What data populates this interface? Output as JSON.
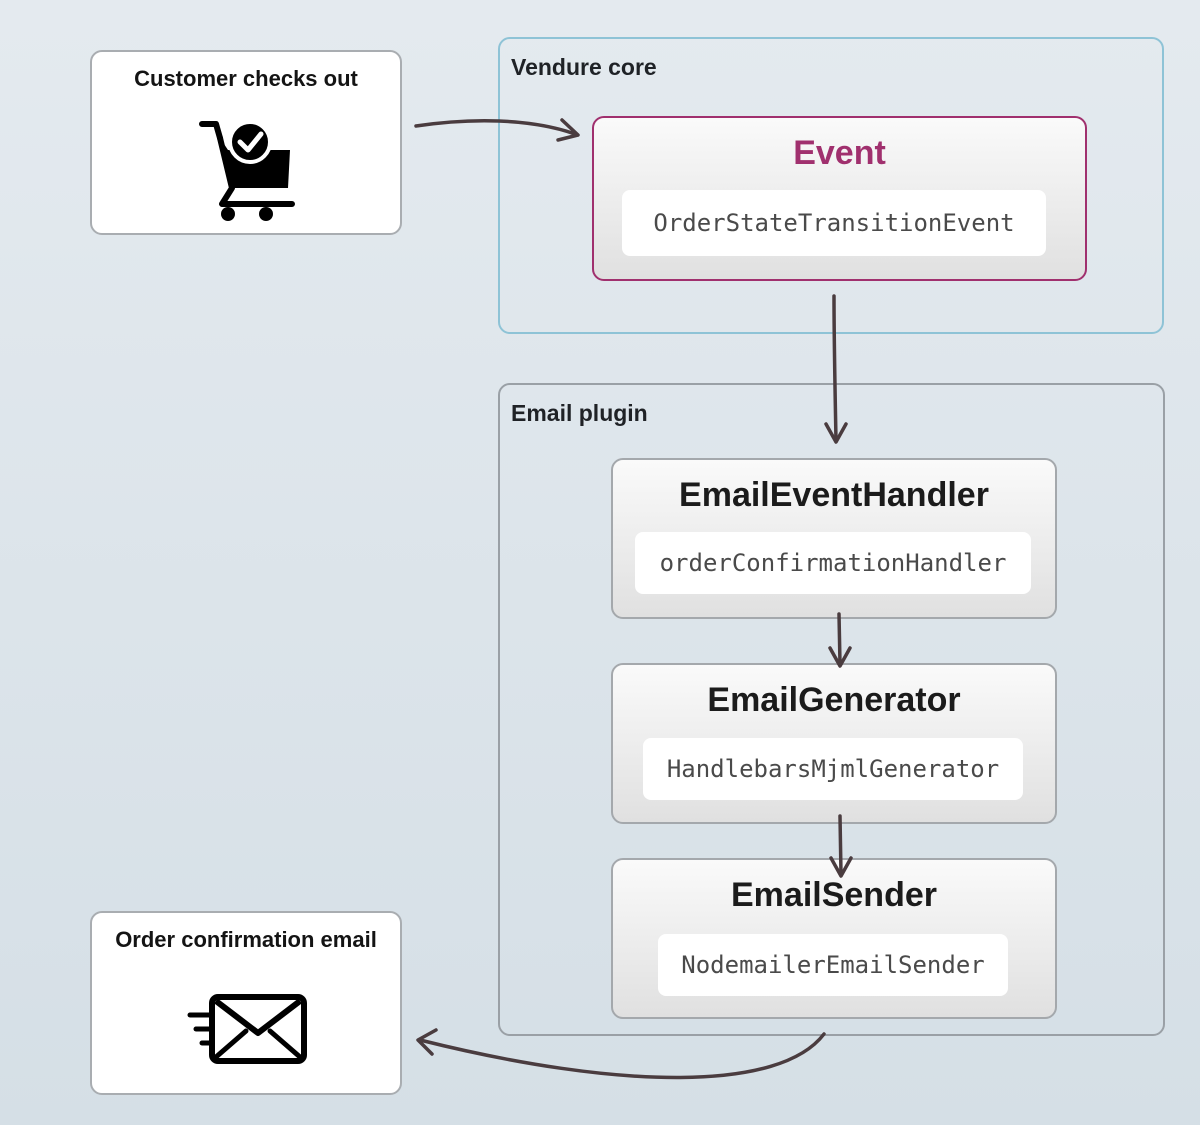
{
  "customer_box": {
    "title": "Customer checks out",
    "icon": "shopping-cart-check-icon"
  },
  "email_box": {
    "title": "Order confirmation email",
    "icon": "envelope-fast-icon"
  },
  "vendure_core": {
    "label": "Vendure core",
    "event_node": {
      "title": "Event",
      "code": "OrderStateTransitionEvent",
      "accent_color": "#a0306e"
    }
  },
  "email_plugin": {
    "label": "Email plugin",
    "nodes": [
      {
        "title": "EmailEventHandler",
        "code": "orderConfirmationHandler"
      },
      {
        "title": "EmailGenerator",
        "code": "HandlebarsMjmlGenerator"
      },
      {
        "title": "EmailSender",
        "code": "NodemailerEmailSender"
      }
    ]
  },
  "colors": {
    "vendure_core_border": "#8ec3d6",
    "email_plugin_border": "#9aa0a6",
    "arrow": "#4a3c3f"
  }
}
